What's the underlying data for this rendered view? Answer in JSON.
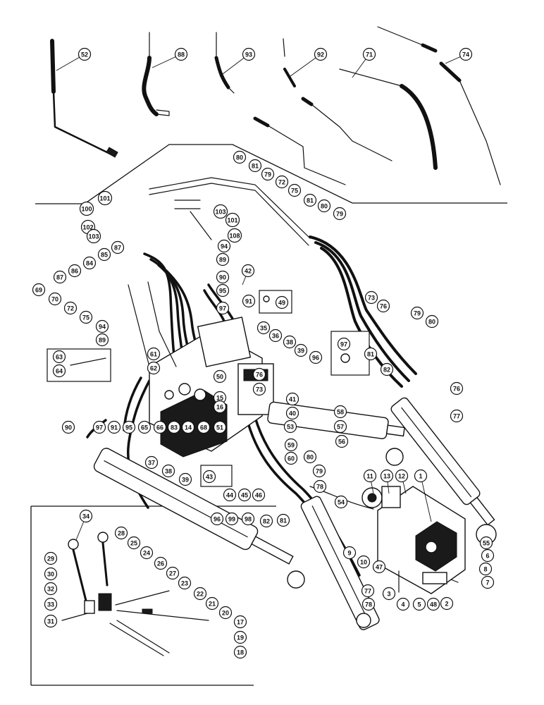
{
  "callouts": [
    "1",
    "2",
    "3",
    "4",
    "5",
    "6",
    "7",
    "8",
    "9",
    "10",
    "11",
    "12",
    "13",
    "14",
    "15",
    "16",
    "17",
    "18",
    "19",
    "20",
    "21",
    "22",
    "23",
    "24",
    "25",
    "26",
    "27",
    "28",
    "29",
    "30",
    "31",
    "32",
    "33",
    "34",
    "35",
    "36",
    "37",
    "38",
    "39",
    "40",
    "41",
    "42",
    "43",
    "44",
    "45",
    "46",
    "47",
    "48",
    "49",
    "50",
    "51",
    "52",
    "53",
    "54",
    "55",
    "56",
    "57",
    "58",
    "59",
    "60",
    "61",
    "62",
    "63",
    "64",
    "65",
    "66",
    "68",
    "69",
    "70",
    "71",
    "72",
    "73",
    "74",
    "75",
    "76",
    "77",
    "78",
    "79",
    "80",
    "81",
    "82",
    "83",
    "84",
    "85",
    "86",
    "87",
    "88",
    "89",
    "90",
    "91",
    "92",
    "93",
    "94",
    "95",
    "96",
    "97",
    "98",
    "99",
    "100",
    "101",
    "102",
    "103",
    "108"
  ],
  "boxed_callouts": [
    "49",
    "43",
    "97",
    "63",
    "64"
  ]
}
